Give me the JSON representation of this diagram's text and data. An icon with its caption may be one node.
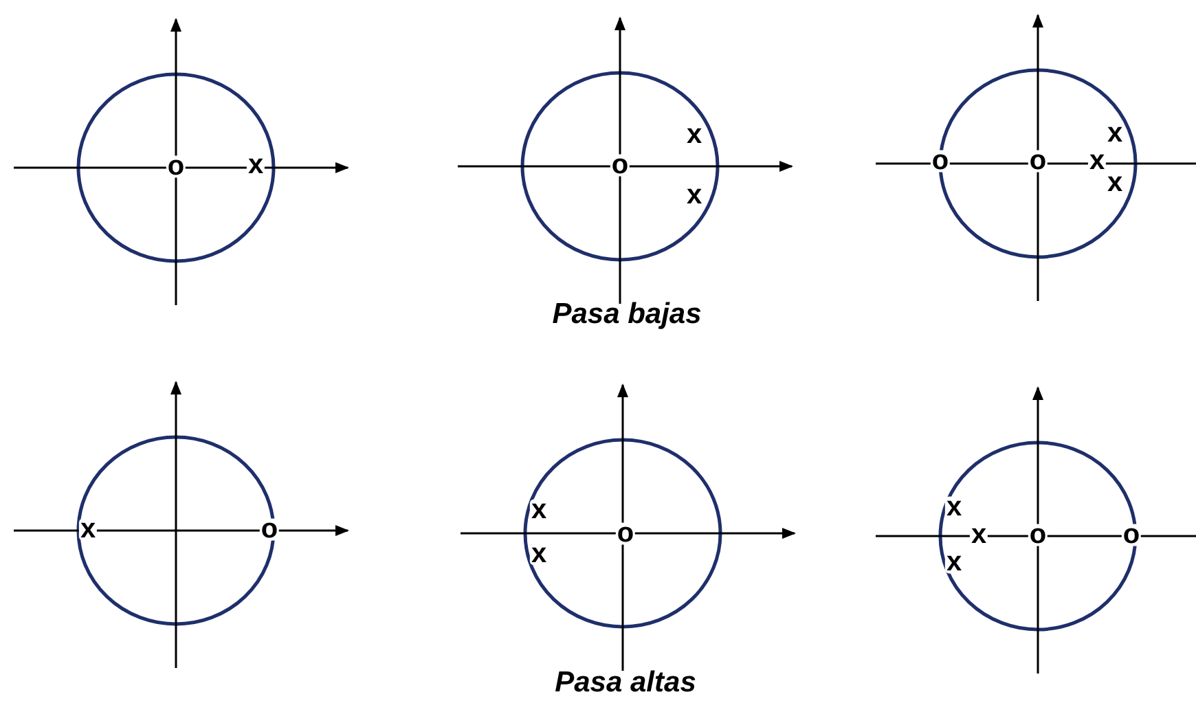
{
  "diagram": {
    "labels": [
      "o",
      "x",
      "o",
      "x",
      "x",
      "o",
      "o",
      "x",
      "x",
      "x",
      "Pasa bajas",
      "x",
      "o",
      "x",
      "x",
      "o",
      "x",
      "x",
      "x",
      "o",
      "o",
      "Pasa altas"
    ]
  }
}
